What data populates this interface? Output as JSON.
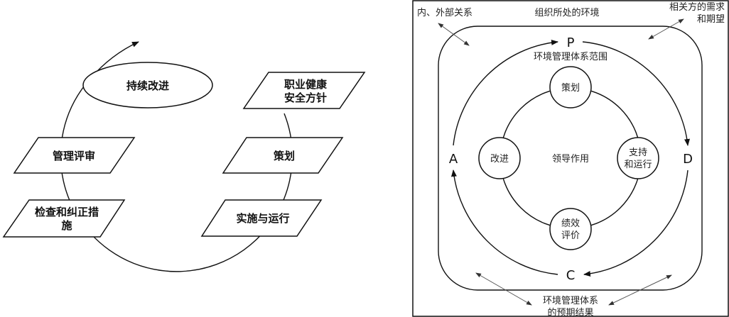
{
  "left_diagram": {
    "center_ellipse": "持续改进",
    "steps": {
      "policy": [
        "职业健康",
        "安全方针"
      ],
      "planning": "策划",
      "implementation": "实施与运行",
      "checking": [
        "检查和纠正措",
        "施"
      ],
      "review": "管理评审"
    }
  },
  "right_diagram": {
    "external_relations": "内、外部关系",
    "context": "组织所处的环境",
    "stakeholders": [
      "相关方的需求",
      "和期望"
    ],
    "scope": "环境管理体系范围",
    "pdca": {
      "p": "P",
      "d": "D",
      "c": "C",
      "a": "A"
    },
    "leadership": "领导作用",
    "nodes": {
      "planning": "策划",
      "support": [
        "支持",
        "和运行"
      ],
      "evaluation": [
        "绩效",
        "评价"
      ],
      "improvement": "改进"
    },
    "outcomes": [
      "环境管理体系",
      "的预期结果"
    ]
  }
}
